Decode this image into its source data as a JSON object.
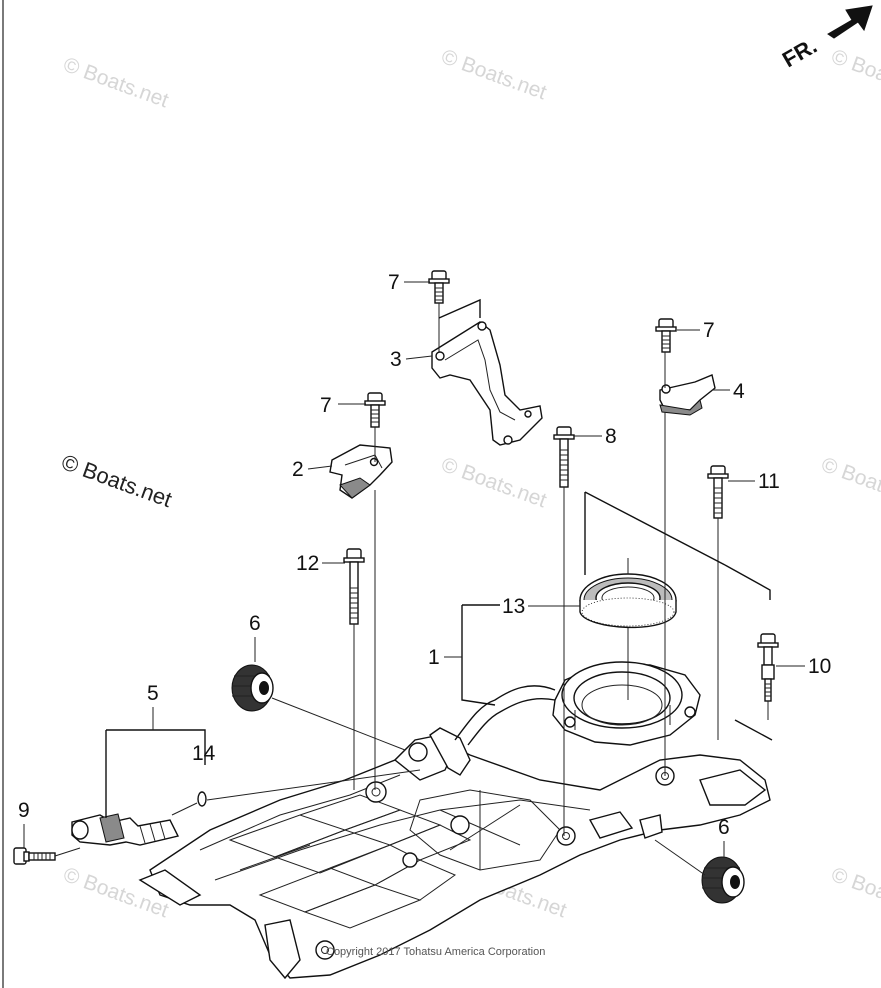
{
  "watermark": {
    "main": "© Boats.net",
    "faint": "© Boats.net"
  },
  "orientation": {
    "label": "FR."
  },
  "copyright": "Copyright 2017 Tohatsu America Corporation",
  "callouts": {
    "p1": "1",
    "p2": "2",
    "p3": "3",
    "p4": "4",
    "p5": "5",
    "p6a": "6",
    "p6b": "6",
    "p7a": "7",
    "p7b": "7",
    "p7c": "7",
    "p8": "8",
    "p9": "9",
    "p10": "10",
    "p11": "11",
    "p12": "12",
    "p13": "13",
    "p14": "14"
  }
}
